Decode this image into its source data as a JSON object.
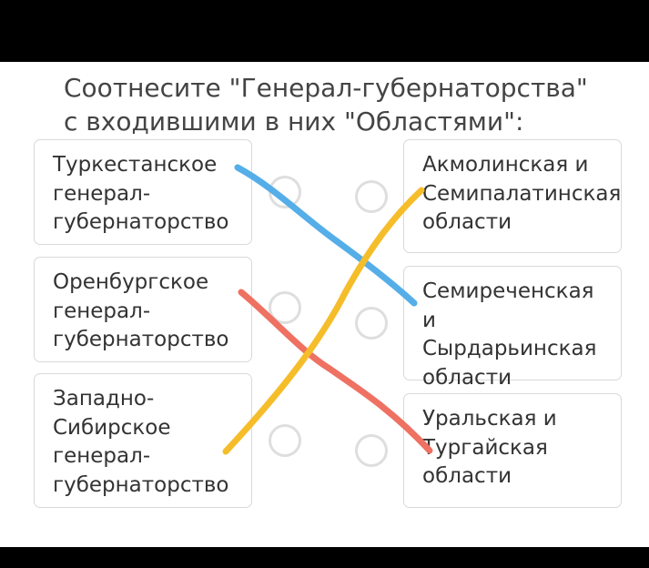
{
  "question": "Соотнесите \"Генерал-губернаторства\" с входившими в них \"Областями\":",
  "left_items": [
    {
      "text": "Туркестанское генерал-губернаторство"
    },
    {
      "text": "Оренбургское генерал-губернаторство"
    },
    {
      "text": "Западно-Сибирское генерал-губернаторство"
    }
  ],
  "right_items": [
    {
      "text": "Акмолинская и Семипалатинская области"
    },
    {
      "text": "Семиреченская и Сырдарьинская области"
    },
    {
      "text": "Уральская и Тургайская области"
    }
  ],
  "colors": {
    "line_blue": "#55aee8",
    "line_red": "#ee7162",
    "line_yellow": "#f5bd2a"
  }
}
